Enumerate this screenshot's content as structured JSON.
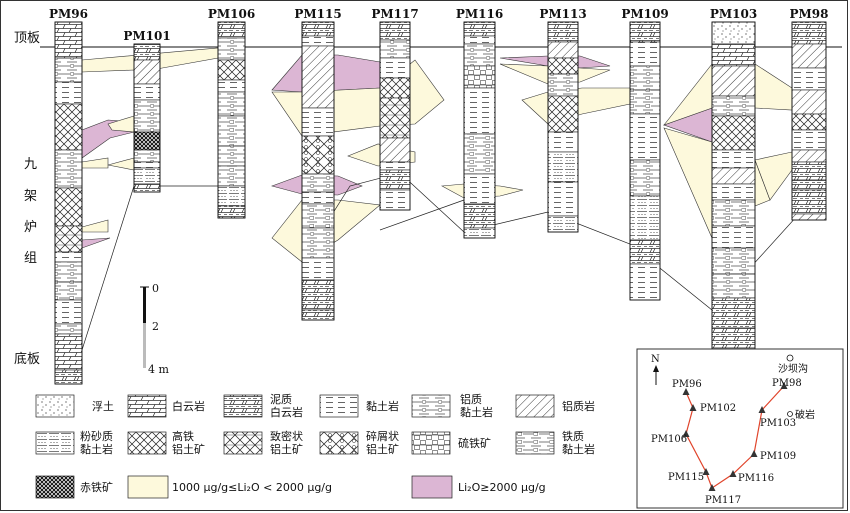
{
  "boundaries": {
    "top": "顶板",
    "bottom": "底板"
  },
  "formation": [
    "九",
    "架",
    "炉",
    "组"
  ],
  "sections": [
    "PM96",
    "PM101",
    "PM106",
    "PM115",
    "PM117",
    "PM116",
    "PM113",
    "PM109",
    "PM103",
    "PM98"
  ],
  "scale": {
    "ticks": [
      "0",
      "2",
      "4 m"
    ]
  },
  "legend": [
    {
      "key": "soil",
      "label": [
        "浮土"
      ]
    },
    {
      "key": "dolomite",
      "label": [
        "白云岩"
      ]
    },
    {
      "key": "muddy_dolomite",
      "label": [
        "泥质",
        "白云岩"
      ]
    },
    {
      "key": "claystone",
      "label": [
        "黏土岩"
      ]
    },
    {
      "key": "al_claystone",
      "label": [
        "铝质",
        "黏土岩"
      ]
    },
    {
      "key": "al_rock",
      "label": [
        "铝质岩"
      ]
    },
    {
      "key": "silty_claystone",
      "label": [
        "粉砂质",
        "黏土岩"
      ]
    },
    {
      "key": "high_fe_bauxite",
      "label": [
        "高铁",
        "铝土矿"
      ]
    },
    {
      "key": "dense_bauxite",
      "label": [
        "致密状",
        "铝土矿"
      ]
    },
    {
      "key": "clastic_bauxite",
      "label": [
        "碎屑状",
        "铝土矿"
      ]
    },
    {
      "key": "pyrite",
      "label": [
        "硫铁矿"
      ]
    },
    {
      "key": "fe_claystone",
      "label": [
        "铁质",
        "黏土岩"
      ]
    },
    {
      "key": "hematite",
      "label": [
        "赤铁矿"
      ]
    },
    {
      "key": "li_mid",
      "label": [
        "1000 μg/g≤Li₂O < 2000 μg/g"
      ]
    },
    {
      "key": "li_high",
      "label": [
        "Li₂O≥2000 μg/g"
      ]
    }
  ],
  "map": {
    "north": "N",
    "places": [
      "沙坝沟",
      "破岩"
    ],
    "points": [
      "PM96",
      "PM102",
      "PM106",
      "PM115",
      "PM117",
      "PM116",
      "PM109",
      "PM103",
      "PM98"
    ]
  },
  "colors": {
    "li_mid": "#fdf9dc",
    "li_high": "#dcb6d4",
    "route": "#e0442b",
    "point": "#333333"
  }
}
